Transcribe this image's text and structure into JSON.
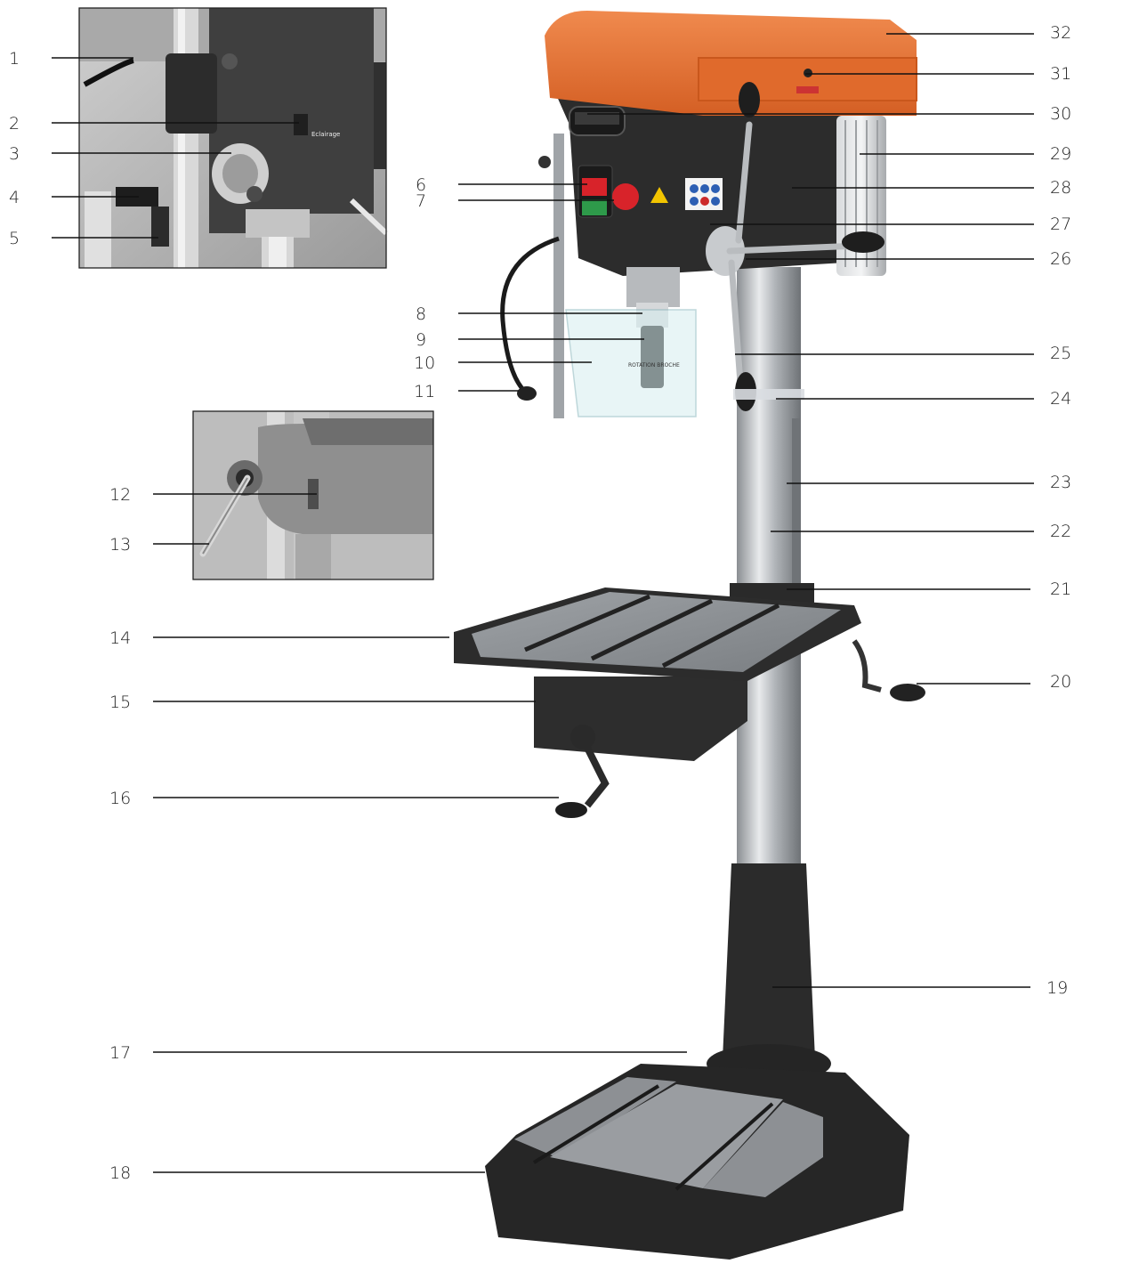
{
  "inset_top": {
    "tag_text": "Eclairage"
  },
  "chuck_guard": {
    "tag_text": "ROTATION BROCHE"
  },
  "callouts": [
    {
      "n": "1"
    },
    {
      "n": "2"
    },
    {
      "n": "3"
    },
    {
      "n": "4"
    },
    {
      "n": "5"
    },
    {
      "n": "6"
    },
    {
      "n": "7"
    },
    {
      "n": "8"
    },
    {
      "n": "9"
    },
    {
      "n": "10"
    },
    {
      "n": "11"
    },
    {
      "n": "12"
    },
    {
      "n": "13"
    },
    {
      "n": "14"
    },
    {
      "n": "15"
    },
    {
      "n": "16"
    },
    {
      "n": "17"
    },
    {
      "n": "18"
    },
    {
      "n": "19"
    },
    {
      "n": "20"
    },
    {
      "n": "21"
    },
    {
      "n": "22"
    },
    {
      "n": "23"
    },
    {
      "n": "24"
    },
    {
      "n": "25"
    },
    {
      "n": "26"
    },
    {
      "n": "27"
    },
    {
      "n": "28"
    },
    {
      "n": "29"
    },
    {
      "n": "30"
    },
    {
      "n": "31"
    },
    {
      "n": "32"
    }
  ],
  "colors": {
    "cover_orange": "#e8733a",
    "body_black": "#2a2a2a",
    "column_silver": "#b8bcc0",
    "table_grey": "#8c8f92",
    "switch_red": "#d8232a",
    "switch_green": "#2e9a4a",
    "warning_yellow": "#f2c400"
  }
}
